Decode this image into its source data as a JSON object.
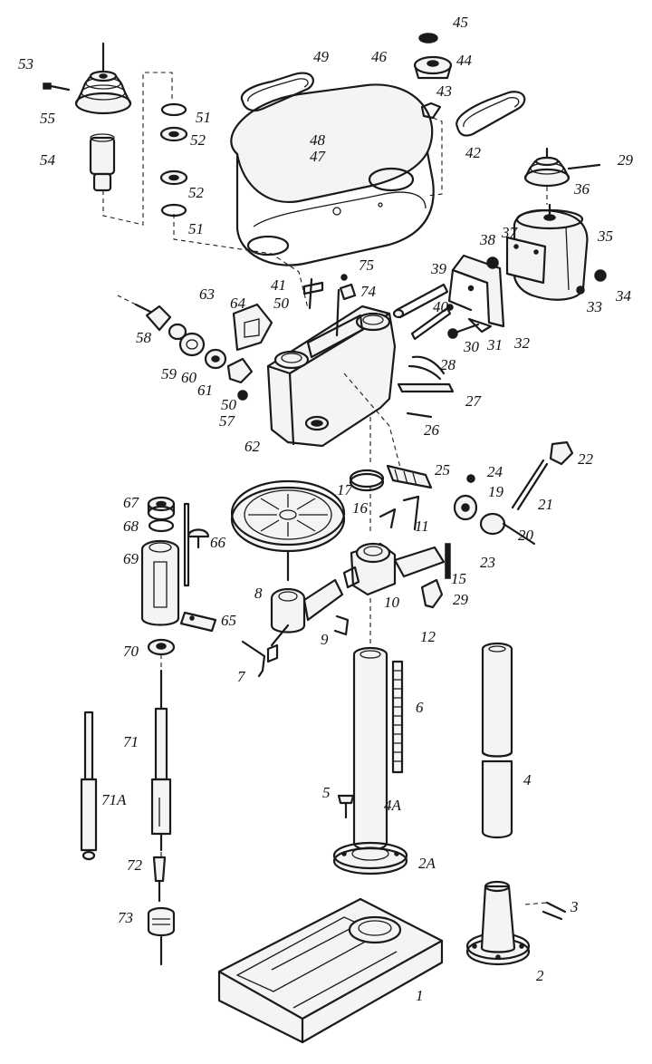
{
  "labels": [
    {
      "id": "l1",
      "text": "1"
    },
    {
      "id": "l2",
      "text": "2"
    },
    {
      "id": "l2a",
      "text": "2A"
    },
    {
      "id": "l3",
      "text": "3"
    },
    {
      "id": "l4",
      "text": "4"
    },
    {
      "id": "l4a",
      "text": "4A"
    },
    {
      "id": "l5",
      "text": "5"
    },
    {
      "id": "l6",
      "text": "6"
    },
    {
      "id": "l7",
      "text": "7"
    },
    {
      "id": "l8",
      "text": "8"
    },
    {
      "id": "l9",
      "text": "9"
    },
    {
      "id": "l10",
      "text": "10"
    },
    {
      "id": "l11",
      "text": "11"
    },
    {
      "id": "l12",
      "text": "12"
    },
    {
      "id": "l15",
      "text": "15"
    },
    {
      "id": "l16",
      "text": "16"
    },
    {
      "id": "l17",
      "text": "17"
    },
    {
      "id": "l19",
      "text": "19"
    },
    {
      "id": "l20",
      "text": "20"
    },
    {
      "id": "l21",
      "text": "21"
    },
    {
      "id": "l22",
      "text": "22"
    },
    {
      "id": "l23",
      "text": "23"
    },
    {
      "id": "l24",
      "text": "24"
    },
    {
      "id": "l25",
      "text": "25"
    },
    {
      "id": "l26",
      "text": "26"
    },
    {
      "id": "l27",
      "text": "27"
    },
    {
      "id": "l28",
      "text": "28"
    },
    {
      "id": "l29a",
      "text": "29"
    },
    {
      "id": "l29b",
      "text": "29"
    },
    {
      "id": "l30",
      "text": "30"
    },
    {
      "id": "l31",
      "text": "31"
    },
    {
      "id": "l32",
      "text": "32"
    },
    {
      "id": "l33",
      "text": "33"
    },
    {
      "id": "l34",
      "text": "34"
    },
    {
      "id": "l35",
      "text": "35"
    },
    {
      "id": "l36",
      "text": "36"
    },
    {
      "id": "l37",
      "text": "37"
    },
    {
      "id": "l38",
      "text": "38"
    },
    {
      "id": "l39",
      "text": "39"
    },
    {
      "id": "l40",
      "text": "40"
    },
    {
      "id": "l41",
      "text": "41"
    },
    {
      "id": "l42",
      "text": "42"
    },
    {
      "id": "l43",
      "text": "43"
    },
    {
      "id": "l44",
      "text": "44"
    },
    {
      "id": "l45",
      "text": "45"
    },
    {
      "id": "l46",
      "text": "46"
    },
    {
      "id": "l47",
      "text": "47"
    },
    {
      "id": "l48",
      "text": "48"
    },
    {
      "id": "l49",
      "text": "49"
    },
    {
      "id": "l50a",
      "text": "50"
    },
    {
      "id": "l50b",
      "text": "50"
    },
    {
      "id": "l51a",
      "text": "51"
    },
    {
      "id": "l51b",
      "text": "51"
    },
    {
      "id": "l52a",
      "text": "52"
    },
    {
      "id": "l52b",
      "text": "52"
    },
    {
      "id": "l53",
      "text": "53"
    },
    {
      "id": "l54",
      "text": "54"
    },
    {
      "id": "l55",
      "text": "55"
    },
    {
      "id": "l57",
      "text": "57"
    },
    {
      "id": "l58",
      "text": "58"
    },
    {
      "id": "l59",
      "text": "59"
    },
    {
      "id": "l60",
      "text": "60"
    },
    {
      "id": "l61",
      "text": "61"
    },
    {
      "id": "l62",
      "text": "62"
    },
    {
      "id": "l63",
      "text": "63"
    },
    {
      "id": "l64",
      "text": "64"
    },
    {
      "id": "l65",
      "text": "65"
    },
    {
      "id": "l66",
      "text": "66"
    },
    {
      "id": "l67",
      "text": "67"
    },
    {
      "id": "l68",
      "text": "68"
    },
    {
      "id": "l69",
      "text": "69"
    },
    {
      "id": "l70",
      "text": "70"
    },
    {
      "id": "l71",
      "text": "71"
    },
    {
      "id": "l71a",
      "text": "71A"
    },
    {
      "id": "l72",
      "text": "72"
    },
    {
      "id": "l73",
      "text": "73"
    },
    {
      "id": "l74",
      "text": "74"
    },
    {
      "id": "l75",
      "text": "75"
    }
  ]
}
